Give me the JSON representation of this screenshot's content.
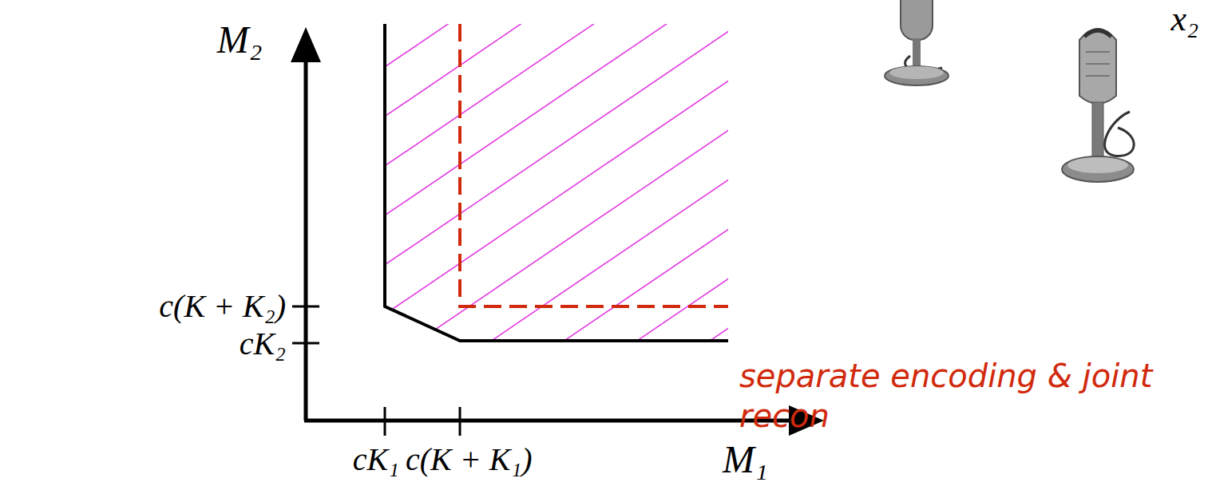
{
  "diagram": {
    "labels": [
      "M₂",
      "c(K + K₂)",
      "cK₂",
      "cK₁",
      "c(K + K₁)",
      "M₁",
      "separate encoding & joint recon",
      "x₂"
    ]
  }
}
